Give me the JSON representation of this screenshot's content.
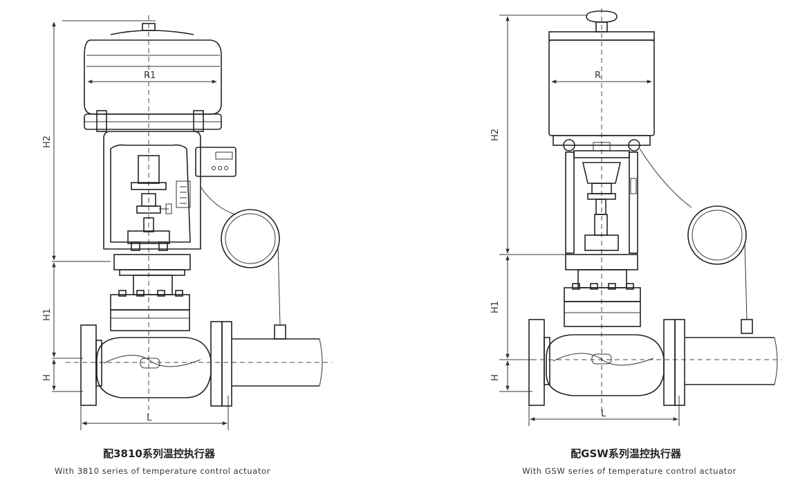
{
  "left_figure": {
    "dims": {
      "h2": "H2",
      "h1": "H1",
      "h": "H",
      "l": "L",
      "r": "R1"
    },
    "caption_zh": "配3810系列温控执行器",
    "caption_en": "With 3810 series of temperature control actuator"
  },
  "right_figure": {
    "dims": {
      "h2": "H2",
      "h1": "H1",
      "h": "H",
      "l": "L",
      "r": "R"
    },
    "caption_zh": "配GSW系列温控执行器",
    "caption_en": "With GSW series of temperature control actuator"
  }
}
